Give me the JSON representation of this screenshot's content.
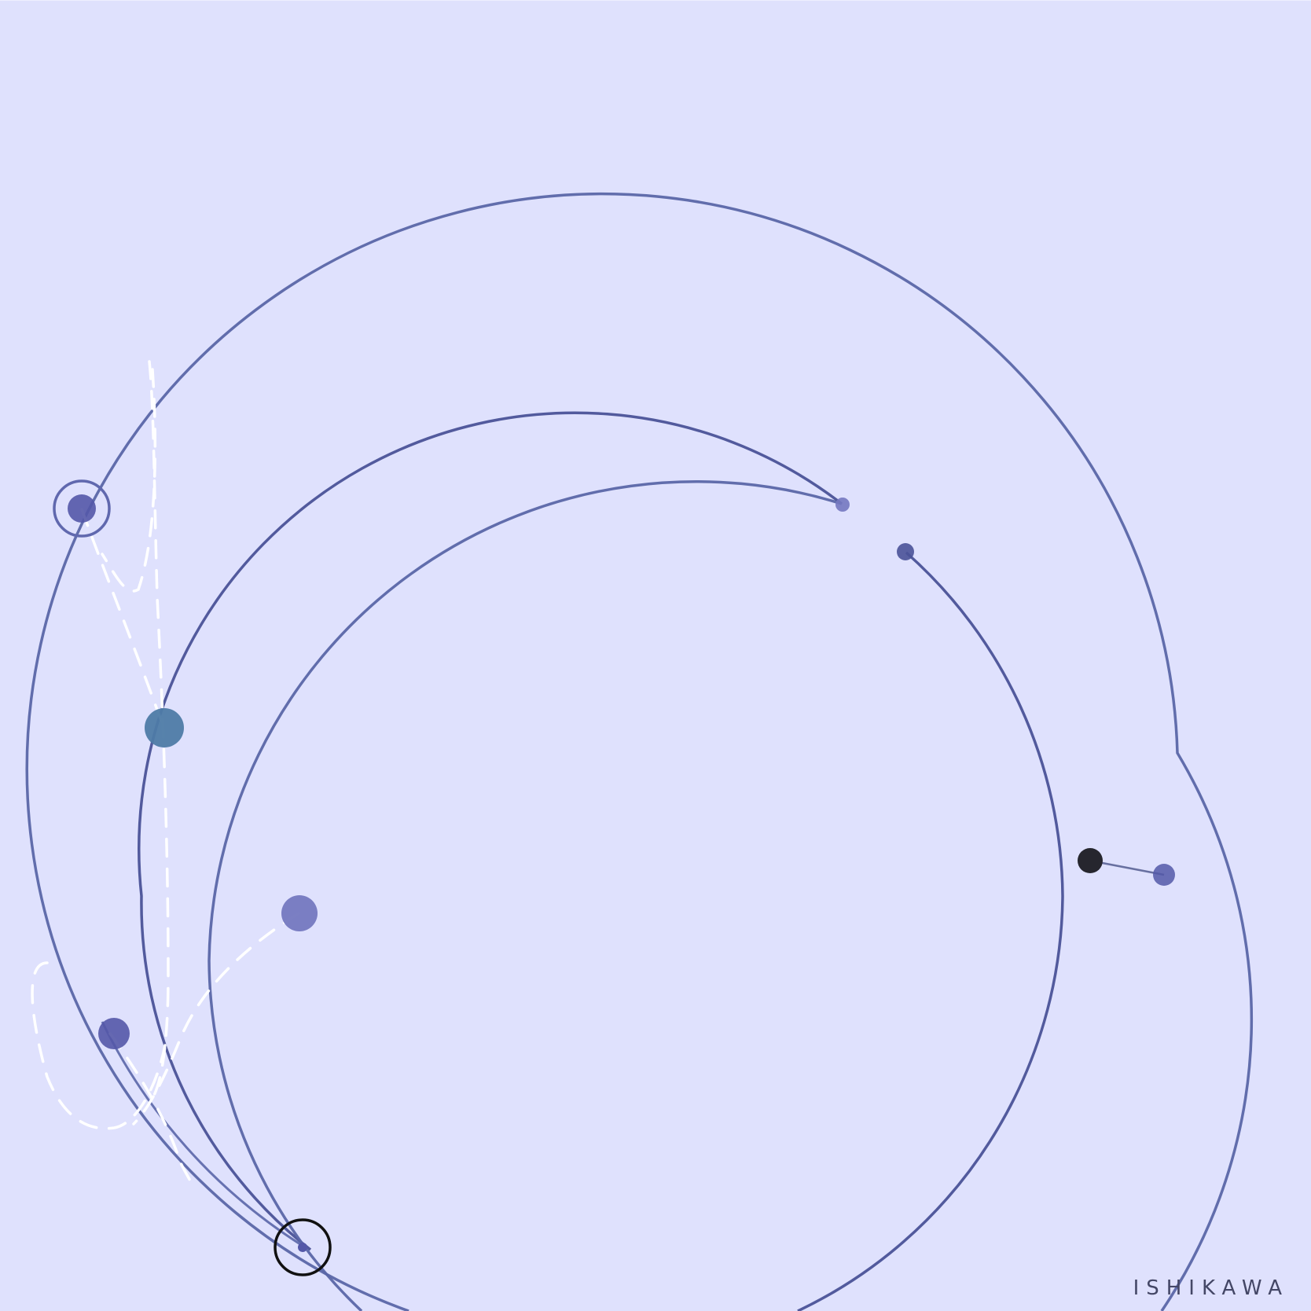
{
  "brand": {
    "wordmark": "ISHIKAWA"
  },
  "colors": {
    "background": "#DFE1FD",
    "orbit_stroke": "#5A66A8",
    "orbit_stroke_dark": "#4A5298",
    "trail": "#FFFFFF",
    "body_primary": "#5458A8",
    "body_teal": "#4E7BA6",
    "body_light": "#7478C0",
    "body_dark": "#26262E",
    "ring_highlight": "#6068AE",
    "ring_focus": "#111111",
    "wordmark": "#444766"
  },
  "bodies": [
    {
      "name": "orbiting-body-upper-left",
      "color": "body_primary"
    },
    {
      "name": "orbiting-body-teal",
      "color": "body_teal"
    },
    {
      "name": "orbiting-body-lavender",
      "color": "body_light"
    },
    {
      "name": "orbiting-body-lower-left",
      "color": "body_primary"
    },
    {
      "name": "orbiting-body-dark",
      "color": "body_dark"
    },
    {
      "name": "orbiting-body-right",
      "color": "body_primary"
    },
    {
      "name": "arc-endpoint-upper",
      "color": "body_light"
    },
    {
      "name": "arc-endpoint-right",
      "color": "body_primary"
    },
    {
      "name": "focus-point",
      "color": "body_primary"
    }
  ]
}
